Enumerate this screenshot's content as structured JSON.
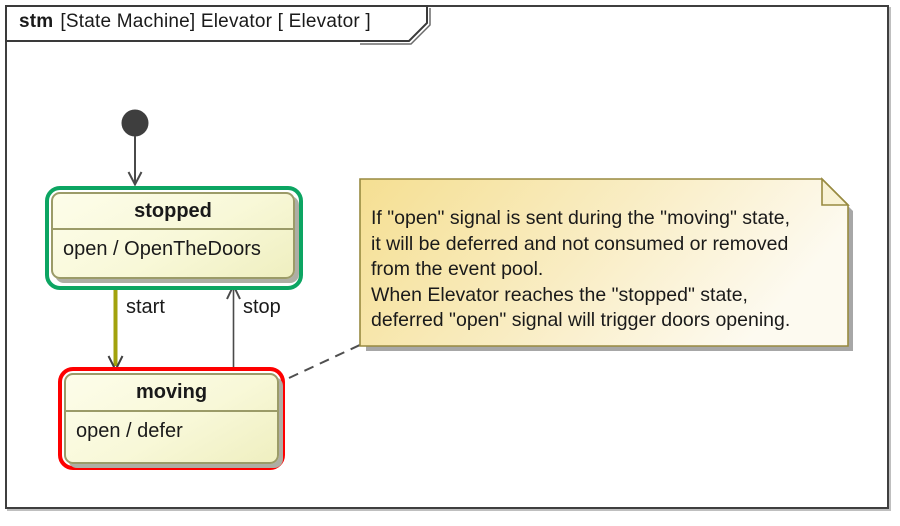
{
  "diagram": {
    "type": "uml-state-machine-diagram",
    "tab": {
      "keyword": "stm",
      "title": "[State Machine] Elevator [ Elevator ]"
    }
  },
  "states": {
    "stopped": {
      "name": "stopped",
      "internal_transition": "open / OpenTheDoors",
      "border_color": "#0ca562"
    },
    "moving": {
      "name": "moving",
      "internal_transition": "open / defer",
      "border_color": "#fe0000"
    }
  },
  "initial_node": {
    "kind": "initial-pseudostate",
    "color": "#3e3e3e"
  },
  "transitions": {
    "start": {
      "label": "start",
      "line_color": "#a2a20c"
    },
    "stop": {
      "label": "stop",
      "line_color": "#4a4a4a"
    }
  },
  "note": {
    "lines": [
      "If \"open\" signal is sent during the \"moving\" state,",
      "it will be deferred and not consumed or removed",
      "from the event pool.",
      "When Elevator reaches the \"stopped\" state,",
      "deferred \"open\" signal will trigger doors opening."
    ],
    "fill_left": "#f5df92",
    "fill_right": "#fdfaf0",
    "border_color": "#988a40"
  }
}
